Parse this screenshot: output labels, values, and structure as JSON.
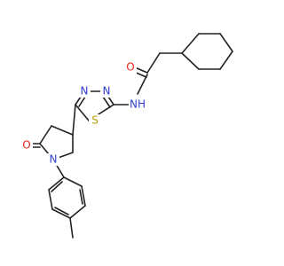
{
  "molecule": {
    "colors": {
      "bond": "#222222",
      "oxygen": "#e8241a",
      "nitrogen": "#2f3ecf",
      "sulfur": "#b59a00",
      "background": "#ffffff"
    },
    "atoms": {
      "amide_oxygen": "O",
      "amide_nh": "NH",
      "thiadiazole_n3": "N",
      "thiadiazole_n4": "N",
      "thiadiazole_s": "S",
      "lactam_oxygen": "O",
      "lactam_nitrogen": "N"
    }
  }
}
